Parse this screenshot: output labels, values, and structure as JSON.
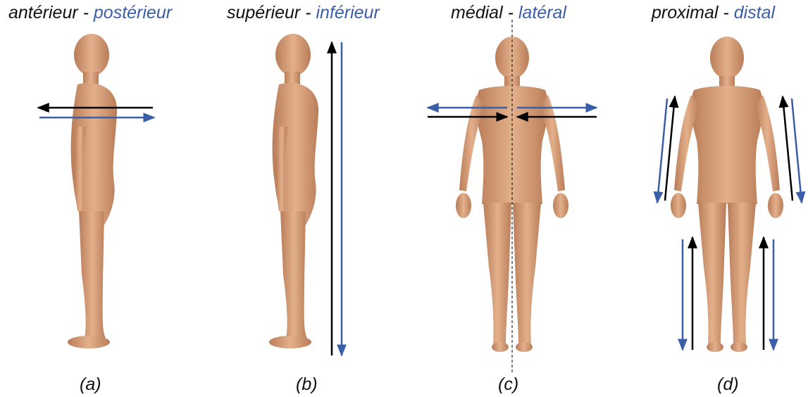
{
  "panels": [
    {
      "term_black": "antérieur",
      "separator": " - ",
      "term_blue": "postérieur",
      "caption": "(a)"
    },
    {
      "term_black": "supérieur",
      "separator": " - ",
      "term_blue": "inférieur",
      "caption": "(b)"
    },
    {
      "term_black": "médial",
      "separator": " - ",
      "term_blue": "latéral",
      "caption": "(c)"
    },
    {
      "term_black": "proximal",
      "separator": " - ",
      "term_blue": "distal",
      "caption": "(d)"
    }
  ],
  "colors": {
    "black_arrow": "#000000",
    "blue_arrow": "#3b5ea8",
    "skin": "#d9a27c",
    "skin_shade": "#b97d58"
  }
}
